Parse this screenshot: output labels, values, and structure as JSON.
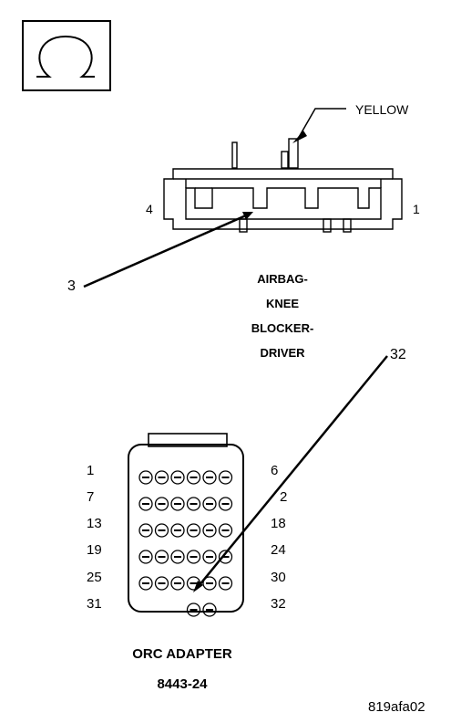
{
  "connector": {
    "wire_color": "YELLOW",
    "pin_left": "4",
    "pin_right": "1",
    "callout": "3",
    "name_lines": [
      "AIRBAG-",
      "KNEE",
      "BLOCKER-",
      "DRIVER"
    ]
  },
  "adapter": {
    "callout": "32",
    "left_labels": [
      "1",
      "7",
      "13",
      "19",
      "25",
      "31"
    ],
    "right_labels": [
      "6",
      "2",
      "18",
      "24",
      "30",
      "32"
    ],
    "name": "ORC ADAPTER",
    "part_number": "8443-24"
  },
  "figure_id": "819afa02",
  "icon": "ohmmeter-icon"
}
